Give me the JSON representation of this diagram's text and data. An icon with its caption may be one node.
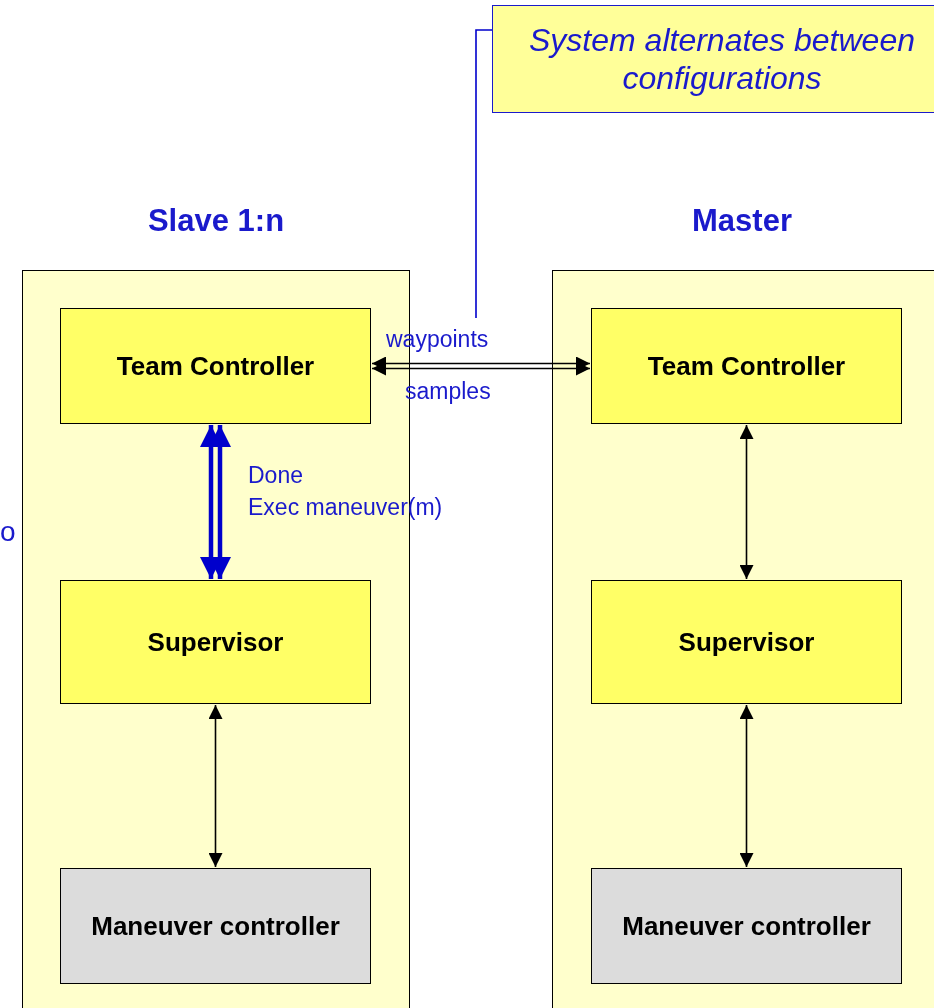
{
  "diagram": {
    "nodes": [
      {
        "text": [
          "Slave 1:n"
        ]
      },
      {
        "text": [
          "Team Controller"
        ],
        "in": 0
      },
      {
        "text": [
          "Supervisor"
        ],
        "in": 0
      },
      {
        "text": [
          "Maneuver controller"
        ],
        "in": 0
      },
      {
        "text": [
          "Master"
        ]
      },
      {
        "text": [
          "Team Controller"
        ],
        "in": 4
      },
      {
        "text": [
          "Supervisor"
        ],
        "in": 4
      },
      {
        "text": [
          "Maneuver controller"
        ],
        "in": 4
      },
      {
        "text": [
          "System alternates between configurations"
        ]
      }
    ],
    "edges": [
      {
        "from": 1,
        "to": 5,
        "arrow": "both",
        "label": "waypoints"
      },
      {
        "from": 1,
        "to": 5,
        "arrow": "both",
        "label": "samples"
      },
      {
        "from": 1,
        "to": 2,
        "arrow": "both",
        "label": "Done",
        "style": "thick",
        "color": "#0000cc"
      },
      {
        "from": 1,
        "to": 2,
        "arrow": "both",
        "label": "Exec maneuver(m)",
        "style": "thick",
        "color": "#0000cc"
      },
      {
        "from": 2,
        "to": 3,
        "arrow": "both"
      },
      {
        "from": 5,
        "to": 6,
        "arrow": "both"
      },
      {
        "from": 6,
        "to": 7,
        "arrow": "both"
      },
      {
        "from": 8,
        "to": null,
        "arrow": "none",
        "color": "#0000cc"
      }
    ],
    "labels": [
      "o"
    ]
  }
}
